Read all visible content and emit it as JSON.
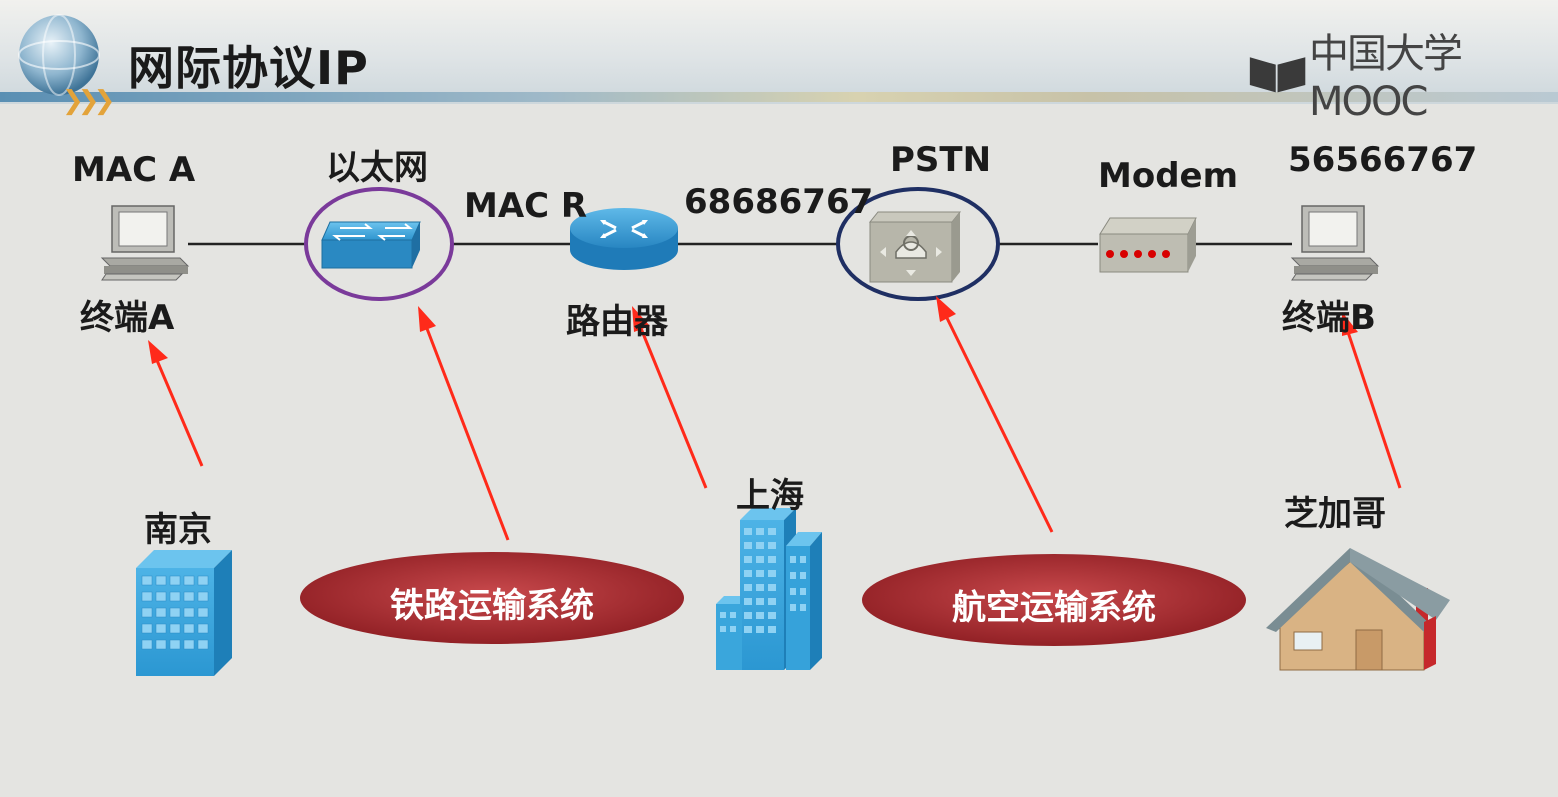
{
  "slide": {
    "title": "网际协议IP",
    "logo": "中国大学MOOC"
  },
  "nodes": {
    "terminal_a": {
      "top_label": "MAC A",
      "bottom_label": "终端A"
    },
    "ethernet": {
      "top_label": "以太网"
    },
    "router": {
      "top_label": "MAC R",
      "bottom_label": "路由器"
    },
    "router_phone": "68686767",
    "pstn": {
      "top_label": "PSTN"
    },
    "modem": {
      "top_label": "Modem"
    },
    "terminal_b": {
      "top_label": "56566767",
      "bottom_label": "终端B"
    }
  },
  "analogy": {
    "nanjing": "南京",
    "shanghai": "上海",
    "chicago": "芝加哥",
    "rail": "铁路运输系统",
    "air": "航空运输系统"
  },
  "colors": {
    "ethernet_circle": "#7a3a9a",
    "pstn_circle": "#1f2f63",
    "arrow": "#ff2a1a",
    "ellipse": "#a8262a",
    "switch": "#2f95cf",
    "building": "#39a6dc"
  }
}
